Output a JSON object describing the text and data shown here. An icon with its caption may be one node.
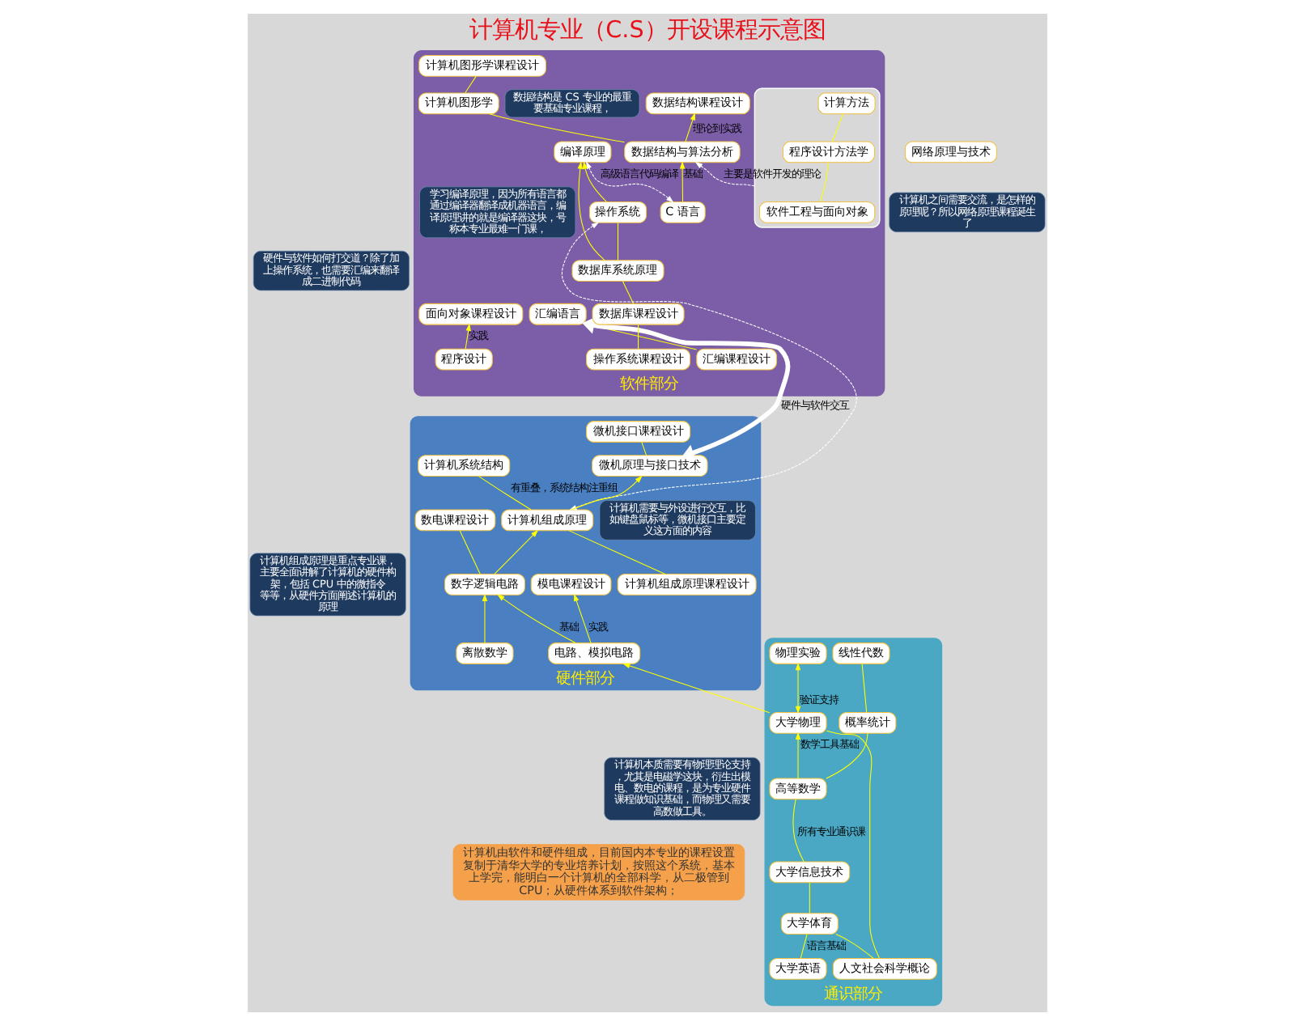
{
  "diagram": {
    "title": "计算机专业（C.S）开设课程示意图",
    "nodes": [
      {
        "text": [
          "软件部分"
        ]
      },
      {
        "text": [
          "面向对象课程设计"
        ],
        "in": 0
      },
      {
        "text": [
          "程序设计"
        ],
        "in": 0
      },
      {
        "text": [
          "数据结构课程设计"
        ],
        "in": 0
      },
      {
        "text": [
          "数据结构与算法分析"
        ],
        "in": 0
      },
      {
        "text": [
          "计算机图形学"
        ],
        "in": 0
      },
      {
        "text": [
          "计算机图形学课程设计"
        ],
        "in": 0
      },
      {
        "text": [],
        "shape": "box",
        "in": 0
      },
      {
        "text": [
          "软件工程与面向对象"
        ],
        "in": 7
      },
      {
        "text": [
          "程序设计方法学"
        ],
        "in": 7
      },
      {
        "text": [
          "计算方法"
        ],
        "in": 7
      },
      {
        "text": [
          "C 语言"
        ],
        "in": 0
      },
      {
        "text": [
          "编译原理"
        ],
        "in": 0
      },
      {
        "text": [
          "汇编课程设计"
        ],
        "in": 0
      },
      {
        "text": [
          "汇编语言"
        ],
        "in": 0
      },
      {
        "text": [
          "操作系统课程设计"
        ],
        "in": 0
      },
      {
        "text": [
          "数据库课程设计"
        ],
        "in": 0
      },
      {
        "text": [
          "数据库系统原理"
        ],
        "in": 0
      },
      {
        "text": [
          "操作系统"
        ],
        "in": 0
      },
      {
        "text": [
          "网络原理与技术"
        ]
      },
      {
        "text": [
          "硬件部分"
        ]
      },
      {
        "text": [
          "微机原理与接口技术"
        ],
        "in": 20
      },
      {
        "text": [
          "微机接口课程设计"
        ],
        "in": 20
      },
      {
        "text": [
          "计算机组成原理课程设计"
        ],
        "in": 20
      },
      {
        "text": [
          "计算机组成原理"
        ],
        "in": 20
      },
      {
        "text": [
          "计算机系统结构"
        ],
        "in": 20
      },
      {
        "text": [
          "数字逻辑电路"
        ],
        "in": 20
      },
      {
        "text": [
          "数电课程设计"
        ],
        "in": 20
      },
      {
        "text": [
          "离散数学"
        ],
        "in": 20
      },
      {
        "text": [
          "电路、模拟电路"
        ],
        "in": 20
      },
      {
        "text": [
          "模电课程设计"
        ],
        "in": 20
      },
      {
        "text": [
          "通识部分"
        ]
      },
      {
        "text": [
          "人文社会科学概论"
        ],
        "in": 31
      },
      {
        "text": [
          "大学英语"
        ],
        "in": 31
      },
      {
        "text": [
          "大学体育"
        ],
        "in": 31
      },
      {
        "text": [
          "大学信息技术"
        ],
        "in": 31
      },
      {
        "text": [
          "大学物理"
        ],
        "in": 31
      },
      {
        "text": [
          "物理实验"
        ],
        "in": 31
      },
      {
        "text": [
          "高等数学"
        ],
        "in": 31
      },
      {
        "text": [
          "概率统计"
        ],
        "in": 31
      },
      {
        "text": [
          "线性代数"
        ],
        "in": 31
      },
      {
        "text": [
          "学习编译原理，因为所有语言都通过编译器翻译成机器语言，编译原理讲的就是编译器这块，号称本专业最难一门课，"
        ],
        "in": 0
      },
      {
        "text": [
          "数据结构是 CS 专业的最重要基础专业课程，"
        ],
        "in": 0
      },
      {
        "text": [
          "计算机之间需要交流，是怎样的原理呢？所以网络原理课程诞生了"
        ]
      },
      {
        "text": [
          "计算机需要与外设进行交互，比如键盘鼠标等，微机接口主要定义这方面的内容"
        ],
        "in": 20
      },
      {
        "text": [
          "硬件与软件如何打交道？除了加上操作系统，也需要汇编来翻译成二进制代码"
        ]
      },
      {
        "text": [
          "计算机组成原理是重点专业课，主要全面讲解了计算机的硬件构架，包括 CPU 中的微指令等等，从硬件方面阐述计算机的原理"
        ]
      },
      {
        "text": [
          "计算机本质需要有物理理论支持，尤其是电磁学这块，衍生出模电、数电的课程，是为专业硬件课程做知识基础，而物理又需要高数做工具。"
        ]
      },
      {
        "text": [
          "计算机由软件和硬件组成，目前国内本专业的课程设置复制于清华大学的专业培养计划，按照这个系统，基本上学完，能明白一个计算机的全部科学，从二极管到 CPU；从硬件体系到软件架构；"
        ]
      }
    ],
    "edges": [
      {
        "from": 2,
        "to": 1,
        "arrow": "to",
        "label": "实践"
      },
      {
        "from": 4,
        "to": 3,
        "arrow": "to",
        "label": "理论到实践"
      },
      {
        "from": 11,
        "to": 4,
        "arrow": "to",
        "label": "基础"
      },
      {
        "from": 4,
        "to": 5,
        "arrow": "none"
      },
      {
        "from": 5,
        "to": 6,
        "arrow": "none"
      },
      {
        "from": 7,
        "to": 4,
        "arrow": "to",
        "label": "主要是软件开发的理论",
        "style": "dashed",
        "color": "#ffffff"
      },
      {
        "from": 8,
        "to": 9,
        "arrow": "none"
      },
      {
        "from": 9,
        "to": 10,
        "arrow": "none"
      },
      {
        "from": 11,
        "to": 12,
        "arrow": "both",
        "label": "高级语言代码编译",
        "style": "dashed",
        "color": "#ffffff"
      },
      {
        "from": 17,
        "to": 12,
        "arrow": "to"
      },
      {
        "from": 18,
        "to": 12,
        "arrow": "to"
      },
      {
        "from": 15,
        "to": 16,
        "arrow": "none"
      },
      {
        "from": 16,
        "to": 17,
        "arrow": "none"
      },
      {
        "from": 17,
        "to": 18,
        "arrow": "none"
      },
      {
        "from": 13,
        "to": 14,
        "arrow": "none"
      },
      {
        "from": 14,
        "to": 21,
        "arrow": "both",
        "label": "硬件与软件交互",
        "style": "thick",
        "color": "#ffffff"
      },
      {
        "from": 18,
        "to": 24,
        "arrow": "both",
        "style": "dashed",
        "color": "#ffffff"
      },
      {
        "from": 21,
        "to": 22,
        "arrow": "none"
      },
      {
        "from": 24,
        "to": 21,
        "arrow": "to"
      },
      {
        "from": 23,
        "to": 24,
        "arrow": "none"
      },
      {
        "from": 24,
        "to": 25,
        "arrow": "none",
        "label": "有重叠，系统结构注重组"
      },
      {
        "from": 26,
        "to": 24,
        "arrow": "to"
      },
      {
        "from": 26,
        "to": 27,
        "arrow": "none"
      },
      {
        "from": 28,
        "to": 26,
        "arrow": "to"
      },
      {
        "from": 29,
        "to": 26,
        "arrow": "to",
        "label": "基础"
      },
      {
        "from": 29,
        "to": 30,
        "arrow": "to",
        "label": "实践"
      },
      {
        "from": 36,
        "to": 29,
        "arrow": "to"
      },
      {
        "from": 36,
        "to": 37,
        "arrow": "both",
        "label": "验证支持"
      },
      {
        "from": 38,
        "to": 36,
        "arrow": "to",
        "label": "数学工具基础"
      },
      {
        "from": 38,
        "to": 39,
        "arrow": "none"
      },
      {
        "from": 39,
        "to": 40,
        "arrow": "none"
      },
      {
        "from": 32,
        "to": 34,
        "arrow": "none"
      },
      {
        "from": 33,
        "to": 34,
        "arrow": "none",
        "label": "语言基础"
      },
      {
        "from": 34,
        "to": 35,
        "arrow": "none"
      },
      {
        "from": 35,
        "to": 38,
        "arrow": "none",
        "label": "所有专业通识课"
      },
      {
        "from": 32,
        "to": 36,
        "arrow": "none"
      }
    ]
  }
}
